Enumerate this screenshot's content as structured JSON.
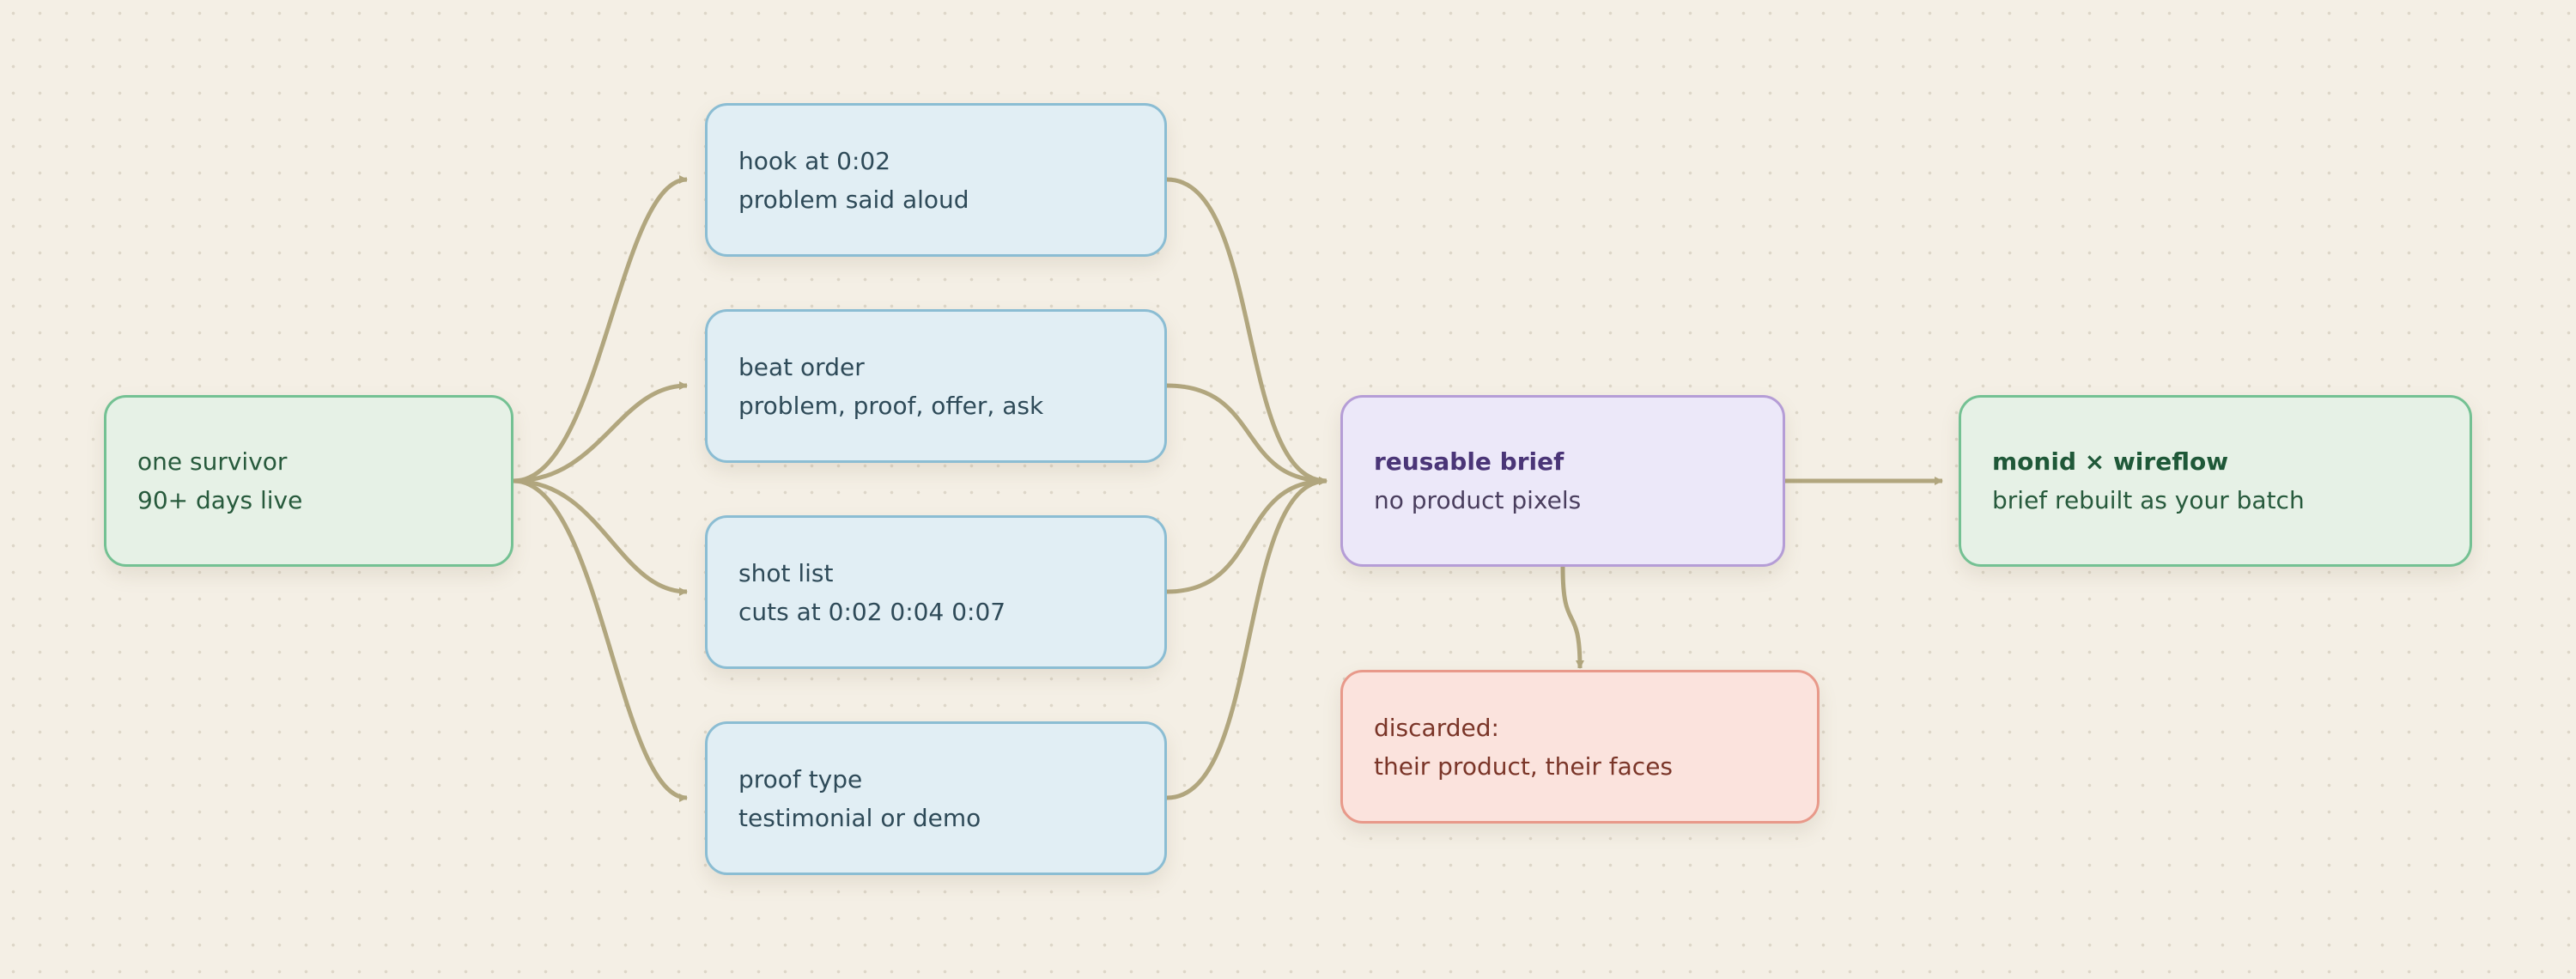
{
  "nodes": {
    "survivor": {
      "line1": "one survivor",
      "line2": "90+ days live"
    },
    "hook": {
      "line1": "hook at 0:02",
      "line2": "problem said aloud"
    },
    "beat": {
      "line1": "beat order",
      "line2": "problem, proof, offer, ask"
    },
    "shots": {
      "line1": "shot list",
      "line2": "cuts at 0:02 0:04 0:07"
    },
    "proof": {
      "line1": "proof type",
      "line2": "testimonial or demo"
    },
    "brief": {
      "line1": "reusable brief",
      "line2": "no product pixels"
    },
    "output": {
      "line1": "monid × wireflow",
      "line2": "brief rebuilt as your batch"
    },
    "discarded": {
      "line1": "discarded:",
      "line2": "their product, their faces"
    }
  },
  "colors": {
    "background": "#f4efe5",
    "edge": "#b1a67e",
    "green_fill": "#e6f1e6",
    "green_border": "#74c193",
    "blue_fill": "#e1eef4",
    "blue_border": "#8bbdd3",
    "purple_fill": "#ece8f9",
    "purple_border": "#b59dd6",
    "red_fill": "#fbe3dd",
    "red_border": "#e8998a"
  }
}
